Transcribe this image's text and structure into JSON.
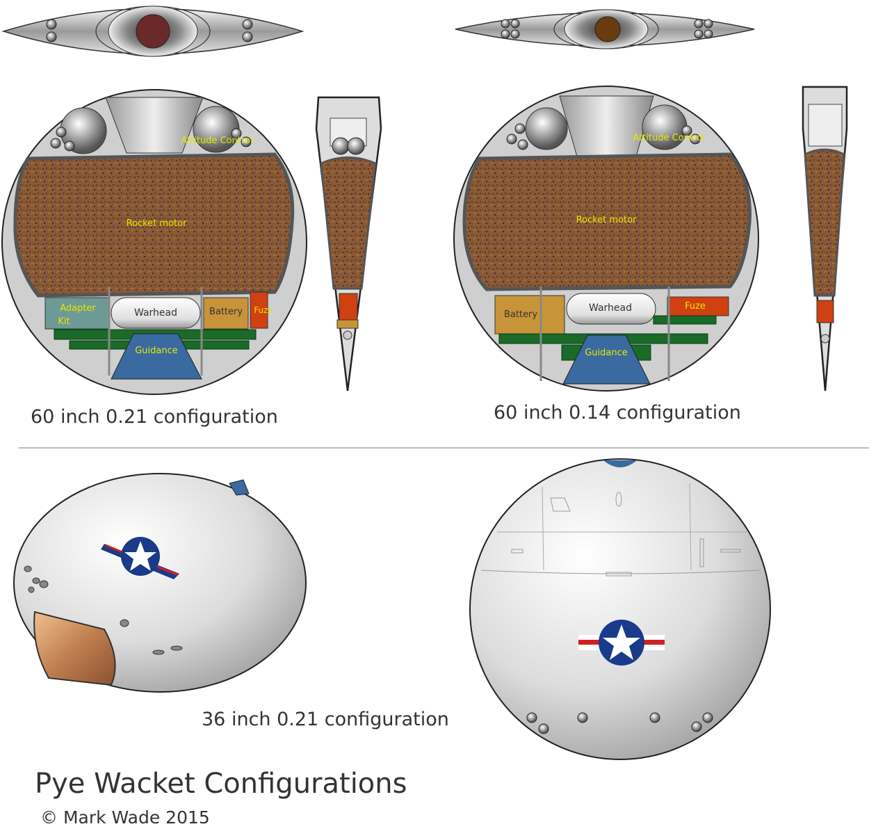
{
  "title": "Pye Wacket Configurations",
  "copyright": "© Mark Wade 2015",
  "configs": {
    "a": "60 inch 0.21 configuration",
    "b": "60 inch 0.14 configuration",
    "c": "36 inch 0.21 configuration"
  },
  "labels": {
    "attitude": "Attitude Control",
    "motor": "Rocket motor",
    "adapter_line1": "Adapter",
    "adapter_line2": "Kit",
    "warhead": "Warhead",
    "battery": "Battery",
    "fuze": "Fuze",
    "guidance": "Guidance"
  },
  "colors": {
    "motor": "#8a5a32",
    "adapter": "#6e9a96",
    "battery": "#c8943a",
    "fuze": "#d04010",
    "guidance": "#3a6aa0",
    "board": "#1a6a2a",
    "label_yellow": "#e8e800",
    "hull": "#cccccc"
  }
}
